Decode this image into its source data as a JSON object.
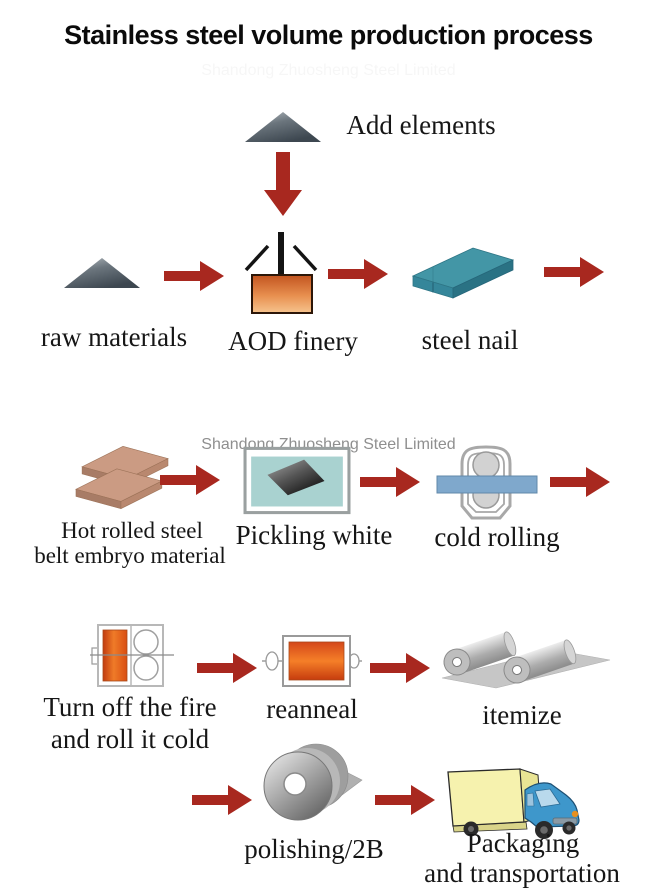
{
  "title": "Stainless steel volume production process",
  "watermark": "Shandong Zhuosheng Steel Limited",
  "colors": {
    "arrow_red": "#a8281f",
    "label_text": "#161616",
    "watermark_gray": "#8f8f8f",
    "ore_gray_dark": "#3d4750",
    "aod_orange_top": "#c2541f",
    "aod_orange_bottom": "#f6c48e",
    "billet_teal": "#4396a6",
    "slab_tan": "#cb9b83",
    "pickling_liquid": "#a9d2d0",
    "strip_blue": "#7fa8cc",
    "furnace_orange": "#ef7b28",
    "truck_box_yellow": "#f6f2ae",
    "truck_cab_blue": "#3e97cb"
  },
  "steps": {
    "add_elements": {
      "label": "Add elements",
      "icon": "ore-pile-triangle-icon"
    },
    "raw_materials": {
      "label": "raw materials",
      "icon": "ore-pile-triangle-icon"
    },
    "aod_finery": {
      "label": "AOD finery",
      "icon": "aod-converter-icon"
    },
    "steel_nail": {
      "label": "steel nail",
      "icon": "steel-billet-icon"
    },
    "hot_rolled": {
      "label_line1": "Hot rolled steel",
      "label_line2": "belt embryo material",
      "icon": "stacked-slabs-icon"
    },
    "pickling_white": {
      "label": "Pickling white",
      "icon": "pickling-tank-icon"
    },
    "cold_rolling": {
      "label": "cold rolling",
      "icon": "rolling-mill-icon"
    },
    "turn_off_fire": {
      "label_line1": "Turn off the fire",
      "label_line2": "and roll it cold",
      "icon": "annealing-furnace-icon"
    },
    "reanneal": {
      "label": "reanneal",
      "icon": "reanneal-box-icon"
    },
    "itemize": {
      "label": "itemize",
      "icon": "slitting-rollers-icon"
    },
    "polishing": {
      "label": "polishing/2B",
      "icon": "steel-coil-icon"
    },
    "packaging": {
      "label_line1": "Packaging",
      "label_line2": "and transportation",
      "icon": "delivery-truck-icon"
    }
  }
}
